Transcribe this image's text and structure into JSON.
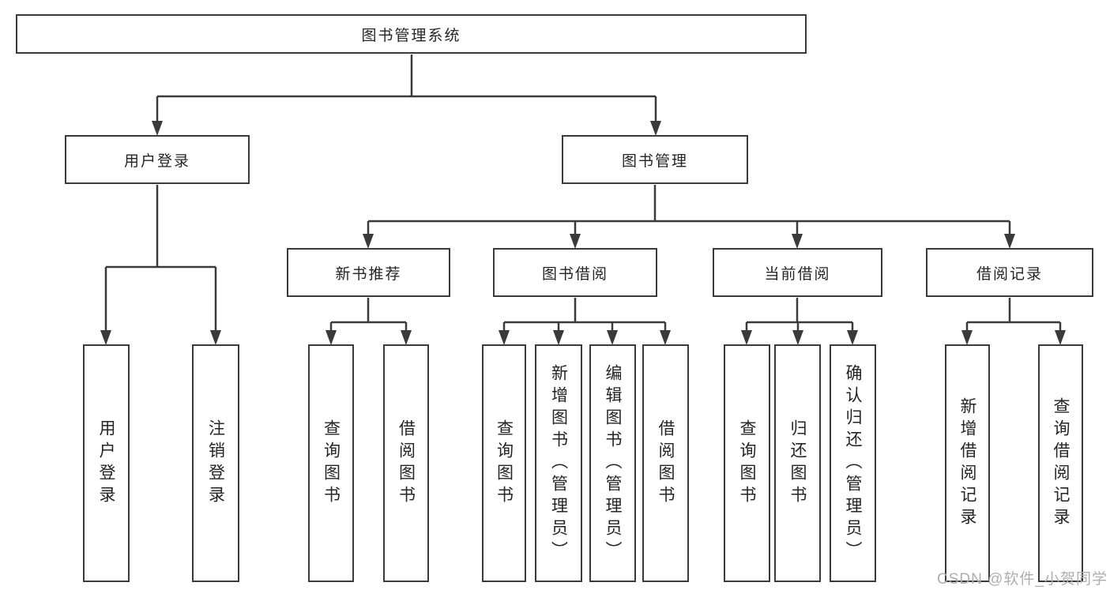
{
  "nodes": {
    "root": {
      "label": "图书管理系统"
    },
    "user_login": {
      "label": "用户登录"
    },
    "book_mgmt": {
      "label": "图书管理"
    },
    "new_book_rec": {
      "label": "新书推荐"
    },
    "book_borrow": {
      "label": "图书借阅"
    },
    "current_borrow": {
      "label": "当前借阅"
    },
    "borrow_record": {
      "label": "借阅记录"
    },
    "leaf_user_login": {
      "label": "用户登录"
    },
    "leaf_logout": {
      "label": "注销登录"
    },
    "leaf_query_book_1": {
      "label": "查询图书"
    },
    "leaf_borrow_book_1": {
      "label": "借阅图书"
    },
    "leaf_query_book_2": {
      "label": "查询图书"
    },
    "leaf_add_book": {
      "label": "新增图书（管理员）"
    },
    "leaf_edit_book": {
      "label": "编辑图书（管理员）"
    },
    "leaf_borrow_book_2": {
      "label": "借阅图书"
    },
    "leaf_query_book_3": {
      "label": "查询图书"
    },
    "leaf_return_book": {
      "label": "归还图书"
    },
    "leaf_confirm_return": {
      "label": "确认归还（管理员）"
    },
    "leaf_add_record": {
      "label": "新增借阅记录"
    },
    "leaf_query_record": {
      "label": "查询借阅记录"
    }
  },
  "edges": [
    [
      "root",
      "user_login"
    ],
    [
      "root",
      "book_mgmt"
    ],
    [
      "user_login",
      "leaf_user_login"
    ],
    [
      "user_login",
      "leaf_logout"
    ],
    [
      "book_mgmt",
      "new_book_rec"
    ],
    [
      "book_mgmt",
      "book_borrow"
    ],
    [
      "book_mgmt",
      "current_borrow"
    ],
    [
      "book_mgmt",
      "borrow_record"
    ],
    [
      "new_book_rec",
      "leaf_query_book_1"
    ],
    [
      "new_book_rec",
      "leaf_borrow_book_1"
    ],
    [
      "book_borrow",
      "leaf_query_book_2"
    ],
    [
      "book_borrow",
      "leaf_add_book"
    ],
    [
      "book_borrow",
      "leaf_edit_book"
    ],
    [
      "book_borrow",
      "leaf_borrow_book_2"
    ],
    [
      "current_borrow",
      "leaf_query_book_3"
    ],
    [
      "current_borrow",
      "leaf_return_book"
    ],
    [
      "current_borrow",
      "leaf_confirm_return"
    ],
    [
      "borrow_record",
      "leaf_add_record"
    ],
    [
      "borrow_record",
      "leaf_query_record"
    ]
  ],
  "watermark": "CSDN @软件_小贺同学",
  "colors": {
    "line": "#3a3a3a",
    "border": "#3a3a3a",
    "text": "#242424",
    "watermark": "#aeaeae",
    "background": "#ffffff"
  }
}
